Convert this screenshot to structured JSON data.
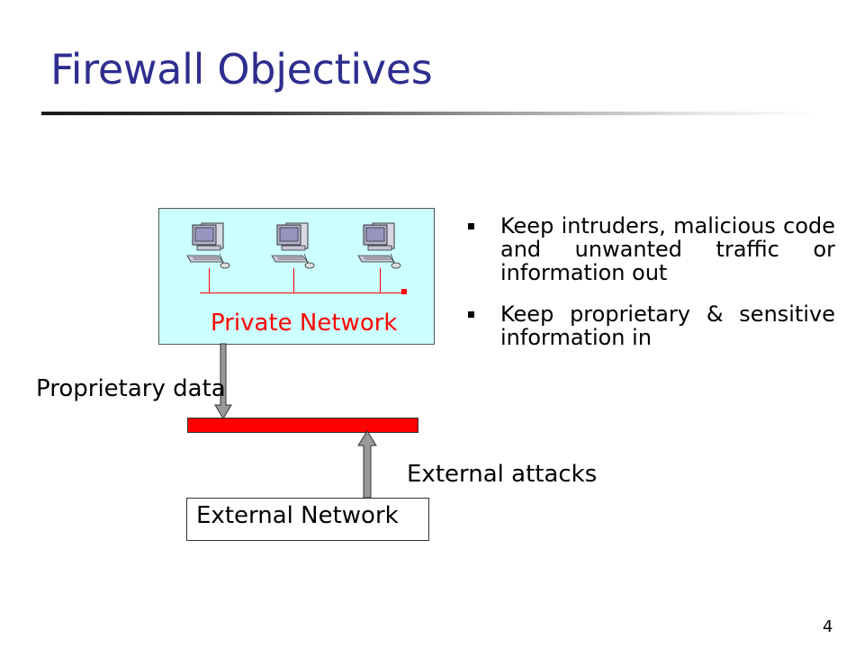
{
  "slide": {
    "title": "Firewall Objectives",
    "page_number": "4"
  },
  "diagram": {
    "private_network_label": "Private Network",
    "external_network_label": "External Network",
    "proprietary_data_label": "Proprietary data",
    "external_attacks_label": "External attacks",
    "computers": [
      "computer",
      "computer",
      "computer"
    ],
    "colors": {
      "private_box_fill": "#ccffff",
      "firewall": "#ff0000",
      "lan": "#ff0000",
      "arrow_fill": "#999999"
    }
  },
  "bullets": [
    "Keep intruders, malicious code and unwanted traffic or information out",
    "Keep proprietary & sensitive information in"
  ]
}
